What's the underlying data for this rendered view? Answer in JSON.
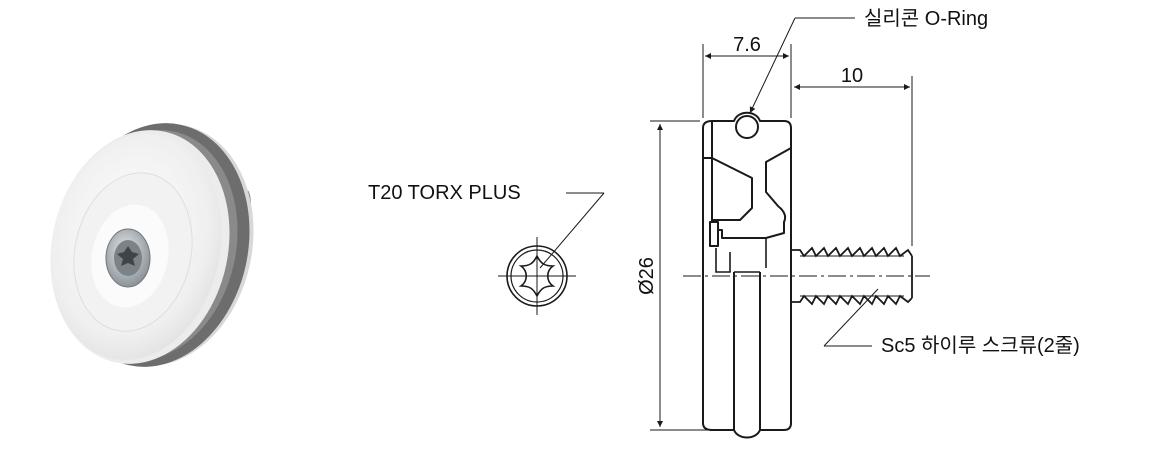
{
  "labels": {
    "oring": "실리콘 O-Ring",
    "torx": "T20 TORX PLUS",
    "screw": "Sc5 하이루 스크류(2줄)"
  },
  "dimensions": {
    "width": "7.6",
    "screw_length": "10",
    "diameter": "Ø26"
  },
  "colors": {
    "line": "#1a1a1a",
    "wheel_white": "#f4f4f4",
    "oring_gray": "#6d6d6d",
    "screw_metal": "#9aa3ab"
  },
  "icons": {
    "product": "roller-wheel-photo",
    "torx": "torx-socket-icon"
  }
}
